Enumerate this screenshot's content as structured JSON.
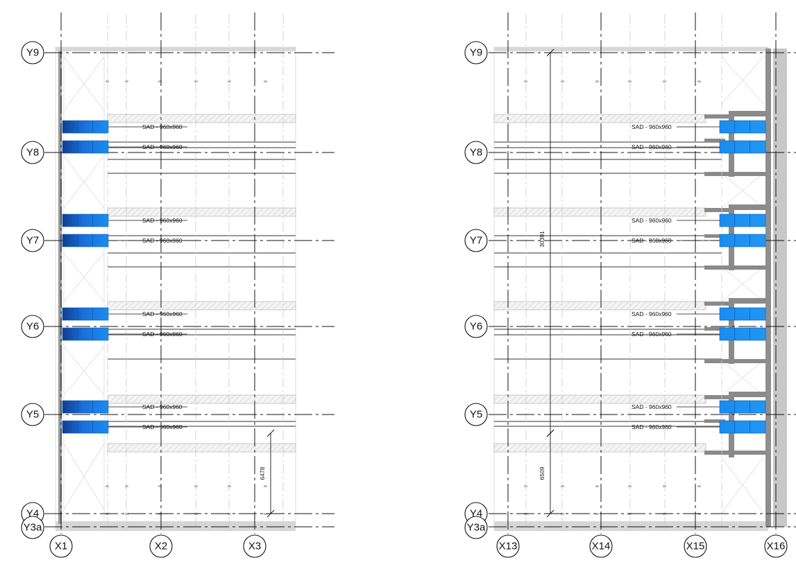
{
  "panels": [
    {
      "id": "left",
      "row_grids": [
        "Y9",
        "Y8",
        "Y7",
        "Y6",
        "Y5",
        "Y4",
        "Y3a"
      ],
      "column_grids": [
        "X1",
        "X2",
        "X3"
      ],
      "sad_labels": [
        "SAD - 960x960",
        "SAD - 960x960",
        "SAD - 960x960",
        "SAD - 960x960",
        "SAD - 960x960",
        "SAD - 960x960",
        "SAD - 960x960",
        "SAD - 960x960"
      ],
      "dimensions": [
        "6478"
      ]
    },
    {
      "id": "right",
      "row_grids": [
        "Y9",
        "Y8",
        "Y7",
        "Y6",
        "Y5",
        "Y4",
        "Y3a"
      ],
      "column_grids": [
        "X13",
        "X14",
        "X15",
        "X16"
      ],
      "sad_labels": [
        "SAD - 960x960",
        "SAD - 960x960",
        "SAD - 960x960",
        "SAD - 960x960",
        "SAD - 960x960",
        "SAD - 960x960",
        "SAD - 960x960",
        "SAD - 960x960"
      ],
      "dimensions": [
        "30391",
        "6509"
      ]
    }
  ],
  "colors": {
    "diffuser_blue": "#1a8cf0",
    "diffuser_dark": "#0f3d8f",
    "grid_line": "#111111",
    "structure_gray": "#8f8f8f"
  }
}
